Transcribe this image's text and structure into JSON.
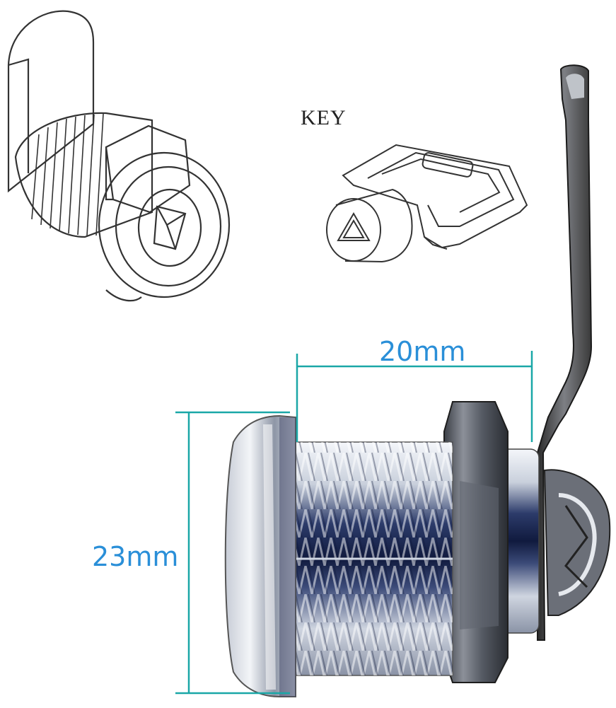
{
  "labels": {
    "key": "KEY",
    "width_dimension": "20mm",
    "height_dimension": "23mm"
  },
  "colors": {
    "dimension_line": "#1aa7a7",
    "dimension_text": "#2a8fd8",
    "chrome_dark": "#1b2a55",
    "chrome_light": "#e9edf3",
    "line_art": "#333333"
  }
}
